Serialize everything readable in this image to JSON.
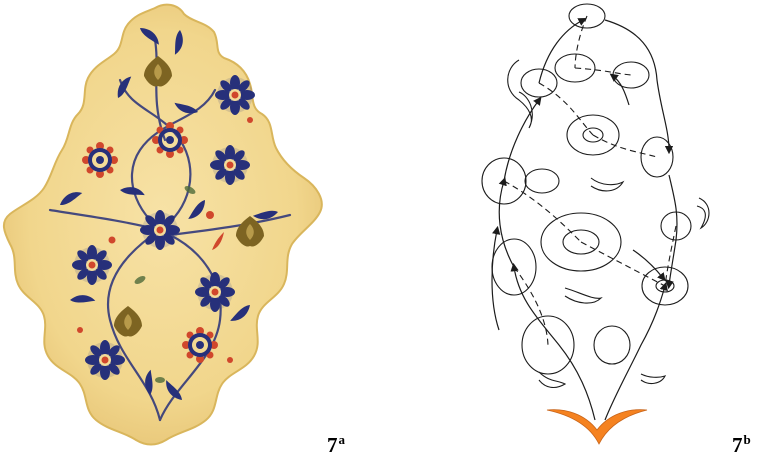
{
  "figures": [
    {
      "number": "7",
      "suffix": "a"
    },
    {
      "number": "7",
      "suffix": "b"
    }
  ],
  "colors": {
    "tile_ground": "#f1d68c",
    "tile_edge": "#d9b65c",
    "cobalt_blue": "#27307a",
    "coral_red": "#d0472c",
    "olive_gold": "#7d6422",
    "leaf_green": "#4f6b3a",
    "diagram_line": "#1c1c1c",
    "sprout_orange": "#f58220"
  }
}
